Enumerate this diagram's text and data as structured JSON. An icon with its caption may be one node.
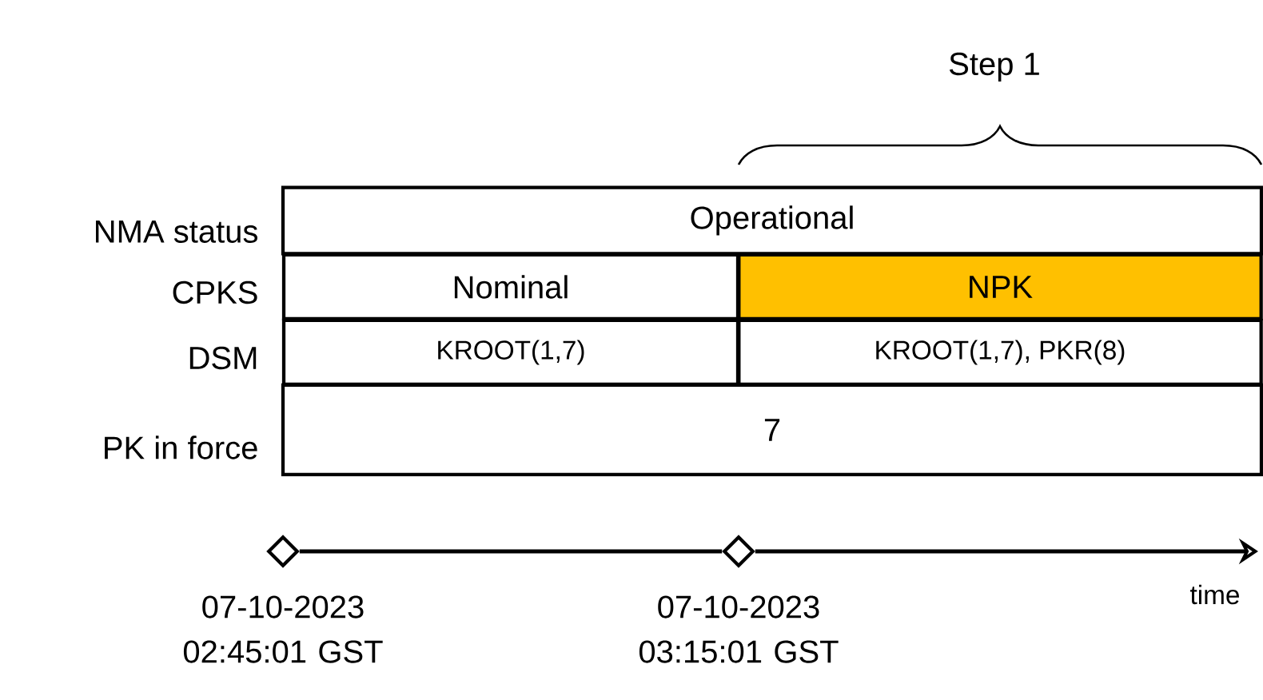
{
  "diagram": {
    "nodes": [
      {
        "text": [
          "Operational"
        ]
      },
      {
        "text": [
          "Nominal"
        ]
      },
      {
        "text": [
          "NPK"
        ]
      },
      {
        "text": [
          "KROOT(1,7)"
        ]
      },
      {
        "text": [
          "KROOT(1,7), PKR(8)"
        ]
      },
      {
        "text": [
          "7"
        ]
      },
      {
        "text": [],
        "shape": "diamond",
        "beside": [
          "07-10-2023 02:45:01 GST"
        ]
      },
      {
        "text": [],
        "shape": "diamond",
        "beside": [
          "07-10-2023 03:15:01 GST"
        ]
      }
    ],
    "edges": [
      {
        "from": 6,
        "to": 7,
        "arrow": "none"
      },
      {
        "from": 7,
        "to": null,
        "arrow": "to"
      }
    ],
    "labels": [
      "Step 1",
      "NMA status",
      "CPKS",
      "DSM",
      "PK in force",
      "time"
    ]
  }
}
